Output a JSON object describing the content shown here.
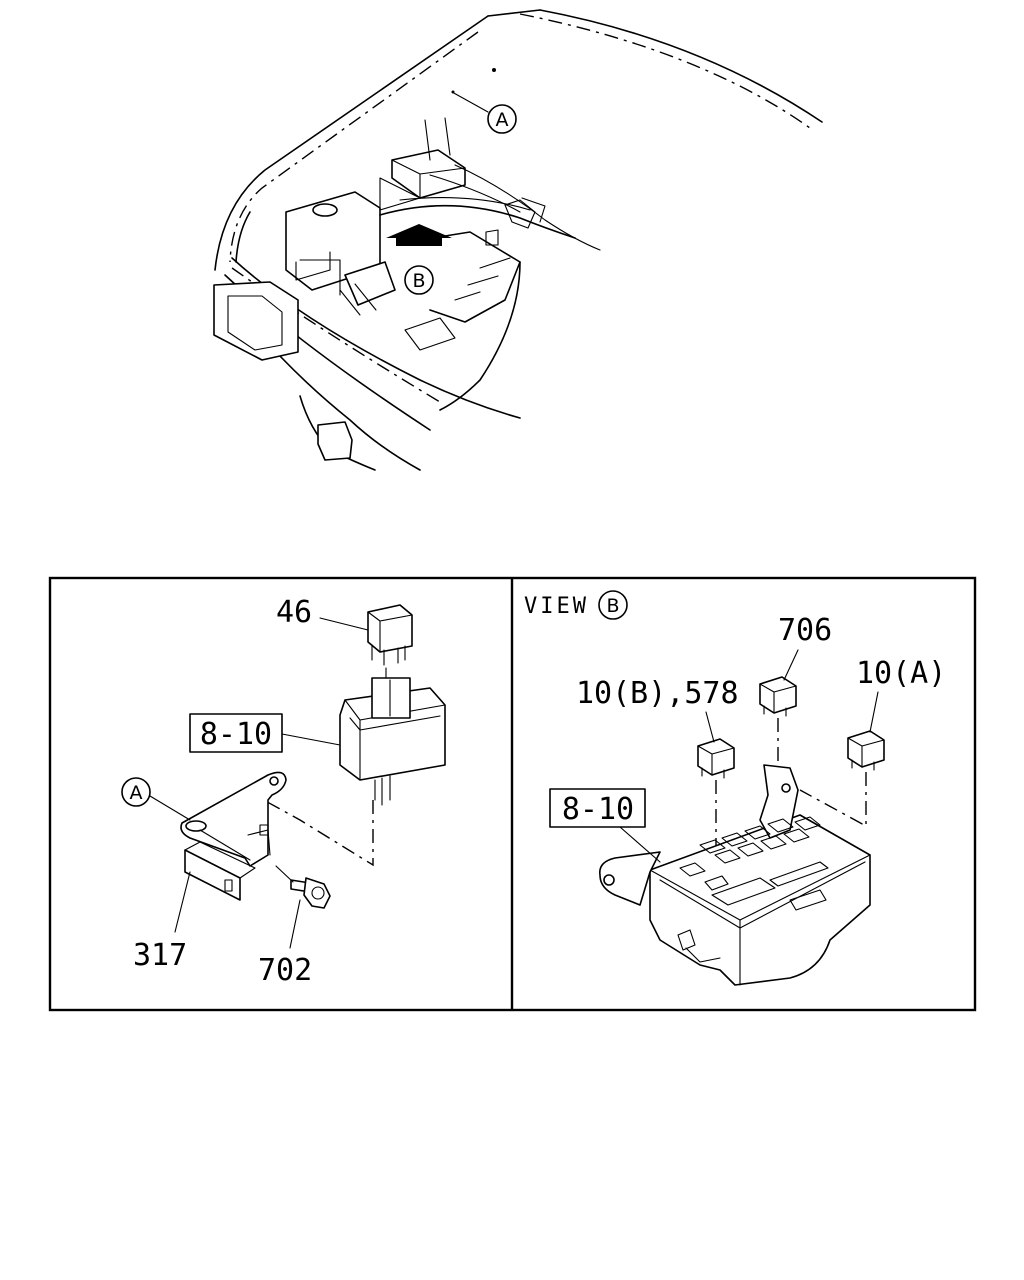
{
  "top_view": {
    "callout_a": "A",
    "callout_b": "B"
  },
  "left_panel": {
    "part_46": "46",
    "ref_8_10": "8-10",
    "callout_a": "A",
    "part_317": "317",
    "part_702": "702"
  },
  "right_panel": {
    "view_label": "VIEW",
    "view_callout": "B",
    "part_706": "706",
    "part_10b_578": "10(B),578",
    "part_10a": "10(A)",
    "ref_8_10": "8-10"
  }
}
